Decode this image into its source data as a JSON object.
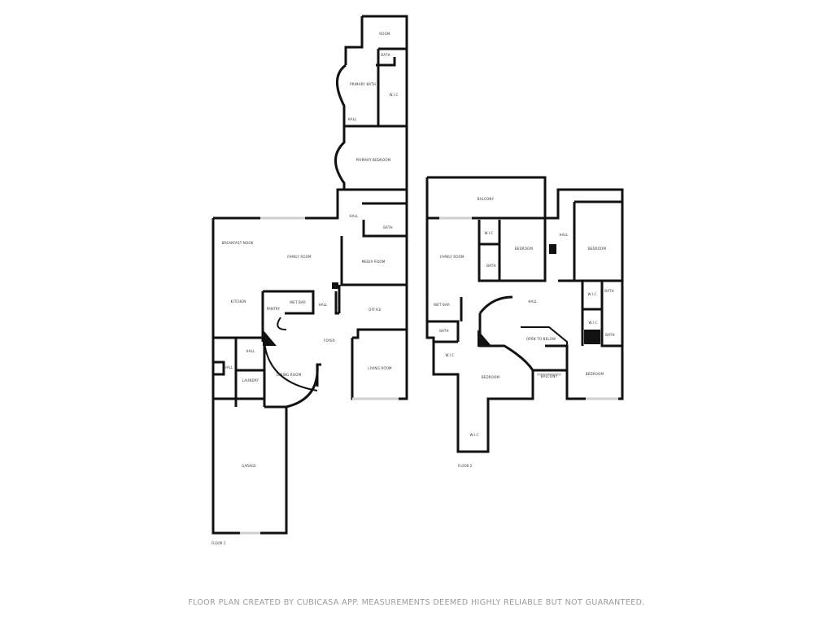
{
  "floor1": {
    "label": "FLOOR 1",
    "rooms": [
      "ROOM",
      "BATH",
      "PRIMARY BATH",
      "W.I.C",
      "HALL",
      "PRIMARY BEDROOM",
      "HALL",
      "BATH",
      "BREAKFAST NOOK",
      "FAMILY ROOM",
      "MEDIA ROOM",
      "KITCHEN",
      "WET BAR",
      "PANTRY",
      "HALL",
      "OFFICE",
      "FOYER",
      "HALL",
      "HALL",
      "DINING ROOM",
      "LIVING ROOM",
      "LAUNDRY",
      "GARAGE"
    ]
  },
  "floor2": {
    "label": "FLOOR 2",
    "rooms": [
      "BALCONY",
      "W.I.C",
      "BEDROOM",
      "HALL",
      "BEDROOM",
      "FAMILY ROOM",
      "BATH",
      "W.I.C",
      "BATH",
      "HALL",
      "WET BAR",
      "W.I.C",
      "BATH",
      "BATH",
      "OPEN TO BELOW",
      "W.I.C",
      "BEDROOM",
      "BALCONY",
      "BEDROOM",
      "W.I.C"
    ]
  },
  "footer": "FLOOR PLAN CREATED BY CUBICASA APP. MEASUREMENTS DEEMED HIGHLY RELIABLE BUT NOT GUARANTEED."
}
